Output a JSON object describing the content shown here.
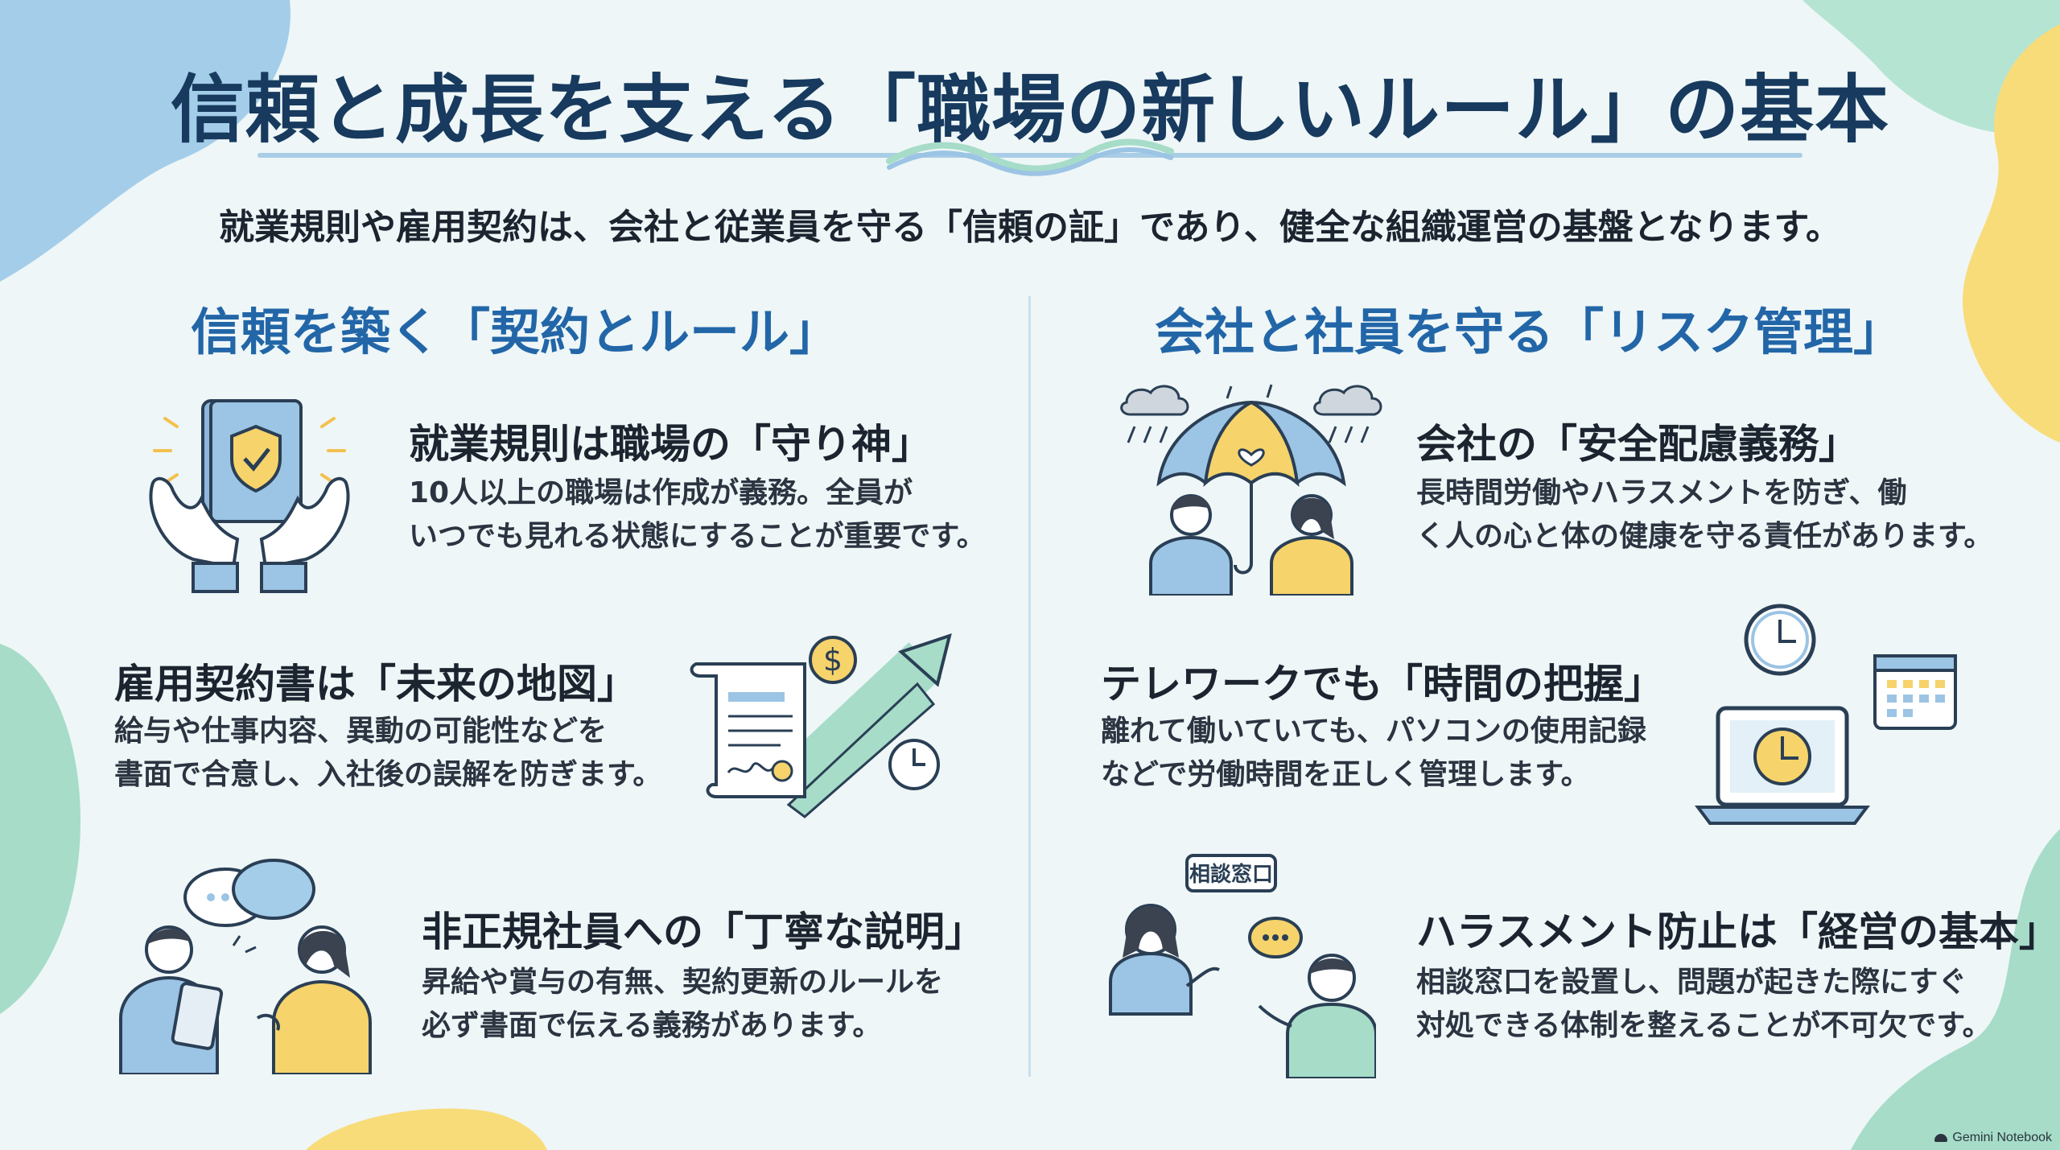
{
  "header": {
    "title": "信頼と成長を支える「職場の新しいルール」の基本",
    "subtitle": "就業規則や雇用契約は、会社と従業員を守る「信頼の証」であり、健全な組織運営の基盤となります。"
  },
  "left_column": {
    "heading": "信頼を築く「契約とルール」",
    "items": [
      {
        "title": "就業規則は職場の「守り神」",
        "body": "10人以上の職場は作成が義務。全員が\nいつでも見れる状態にすることが重要です。",
        "icon": "rulebook-hands-icon"
      },
      {
        "title": "雇用契約書は「未来の地図」",
        "body": "給与や仕事内容、異動の可能性などを\n書面で合意し、入社後の誤解を防ぎます。",
        "icon": "contract-arrow-icon"
      },
      {
        "title": "非正規社員への「丁寧な説明」",
        "body": "昇給や賞与の有無、契約更新のルールを\n必ず書面で伝える義務があります。",
        "icon": "conversation-icon"
      }
    ]
  },
  "right_column": {
    "heading": "会社と社員を守る「リスク管理」",
    "items": [
      {
        "title": "会社の「安全配慮義務」",
        "body": "長時間労働やハラスメントを防ぎ、働\nく人の心と体の健康を守る責任があります。",
        "icon": "umbrella-icon"
      },
      {
        "title": "テレワークでも「時間の把握」",
        "body": "離れて働いていても、パソコンの使用記録\nなどで労働時間を正しく管理します。",
        "icon": "laptop-clock-icon"
      },
      {
        "title": "ハラスメント防止は「経営の基本」",
        "body": "相談窓口を設置し、問題が起きた際にすぐ\n対処できる体制を整えることが不可欠です。",
        "icon": "consultation-desk-icon",
        "sign_label": "相談窓口"
      }
    ]
  },
  "footer": {
    "brand": "Gemini Notebook"
  },
  "colors": {
    "title": "#173a5e",
    "heading": "#2266a8",
    "accent_yellow": "#f6d36b",
    "accent_blue": "#9cc4e4",
    "accent_green": "#a6dcc8",
    "line": "#2a3f55"
  }
}
